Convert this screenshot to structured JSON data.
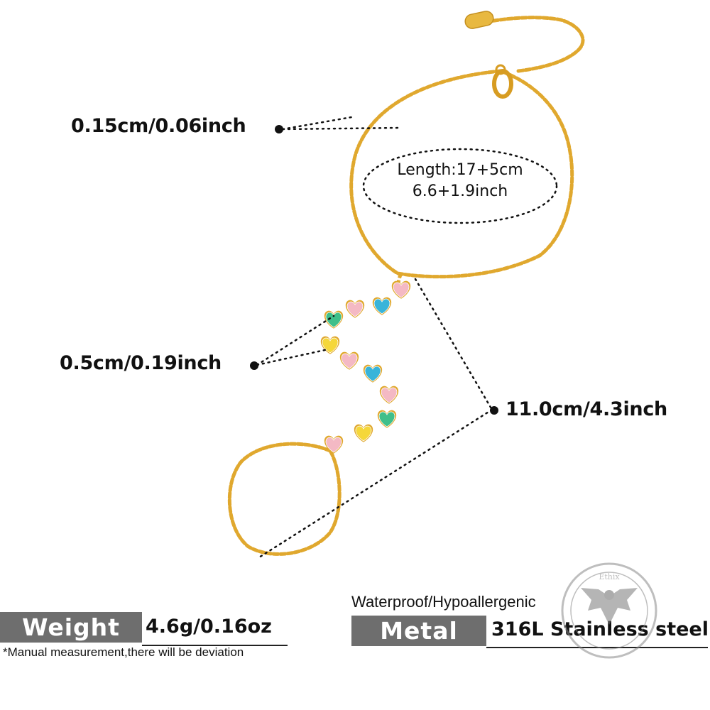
{
  "dimensions": {
    "chain_thickness": "0.15cm/0.06inch",
    "stone_width": "0.5cm/0.19inch",
    "drop_length": "11.0cm/4.3inch",
    "length_line1": "Length:17+5cm",
    "length_line2": "6.6+1.9inch"
  },
  "specs": {
    "weight_label": "Weight",
    "weight_value": "4.6g/0.16oz",
    "metal_properties": "Waterproof/Hypoallergenic",
    "metal_label": "Metal",
    "metal_value": "316L Stainless steel",
    "disclaimer": "*Manual measurement,there will be deviation"
  },
  "colors": {
    "gold": "#e0a82e",
    "tag_gray": "#6e6e6e",
    "stone_pink": "#f4b9c4",
    "stone_blue": "#38b4d9",
    "stone_green": "#3fbf8a",
    "stone_yellow": "#f5d73a"
  },
  "stones": [
    "pink",
    "pink",
    "blue",
    "green",
    "yellow",
    "pink",
    "blue",
    "pink",
    "green",
    "yellow",
    "pink"
  ],
  "watermark": {
    "icon": "eagle-seal-icon",
    "text": "Ethix"
  }
}
